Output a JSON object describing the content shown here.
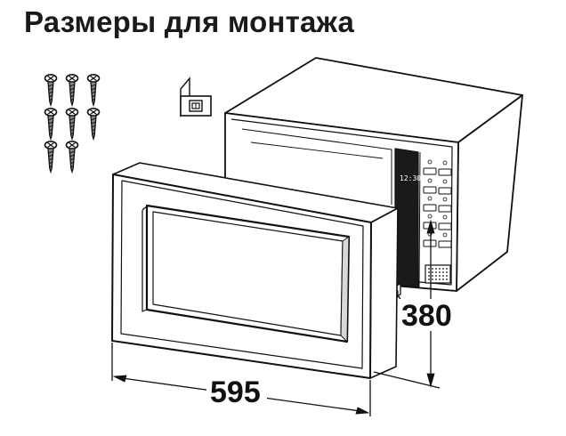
{
  "header": {
    "title": "Размеры для монтажа"
  },
  "dimensions": {
    "width": "595",
    "height": "380"
  },
  "display": {
    "clock": "12:30"
  },
  "icons": {
    "screw": "screw-icon",
    "bracket": "mounting-bracket-icon"
  },
  "colors": {
    "ink": "#111111",
    "panel": "#1a1a1a",
    "paper": "#ffffff"
  }
}
